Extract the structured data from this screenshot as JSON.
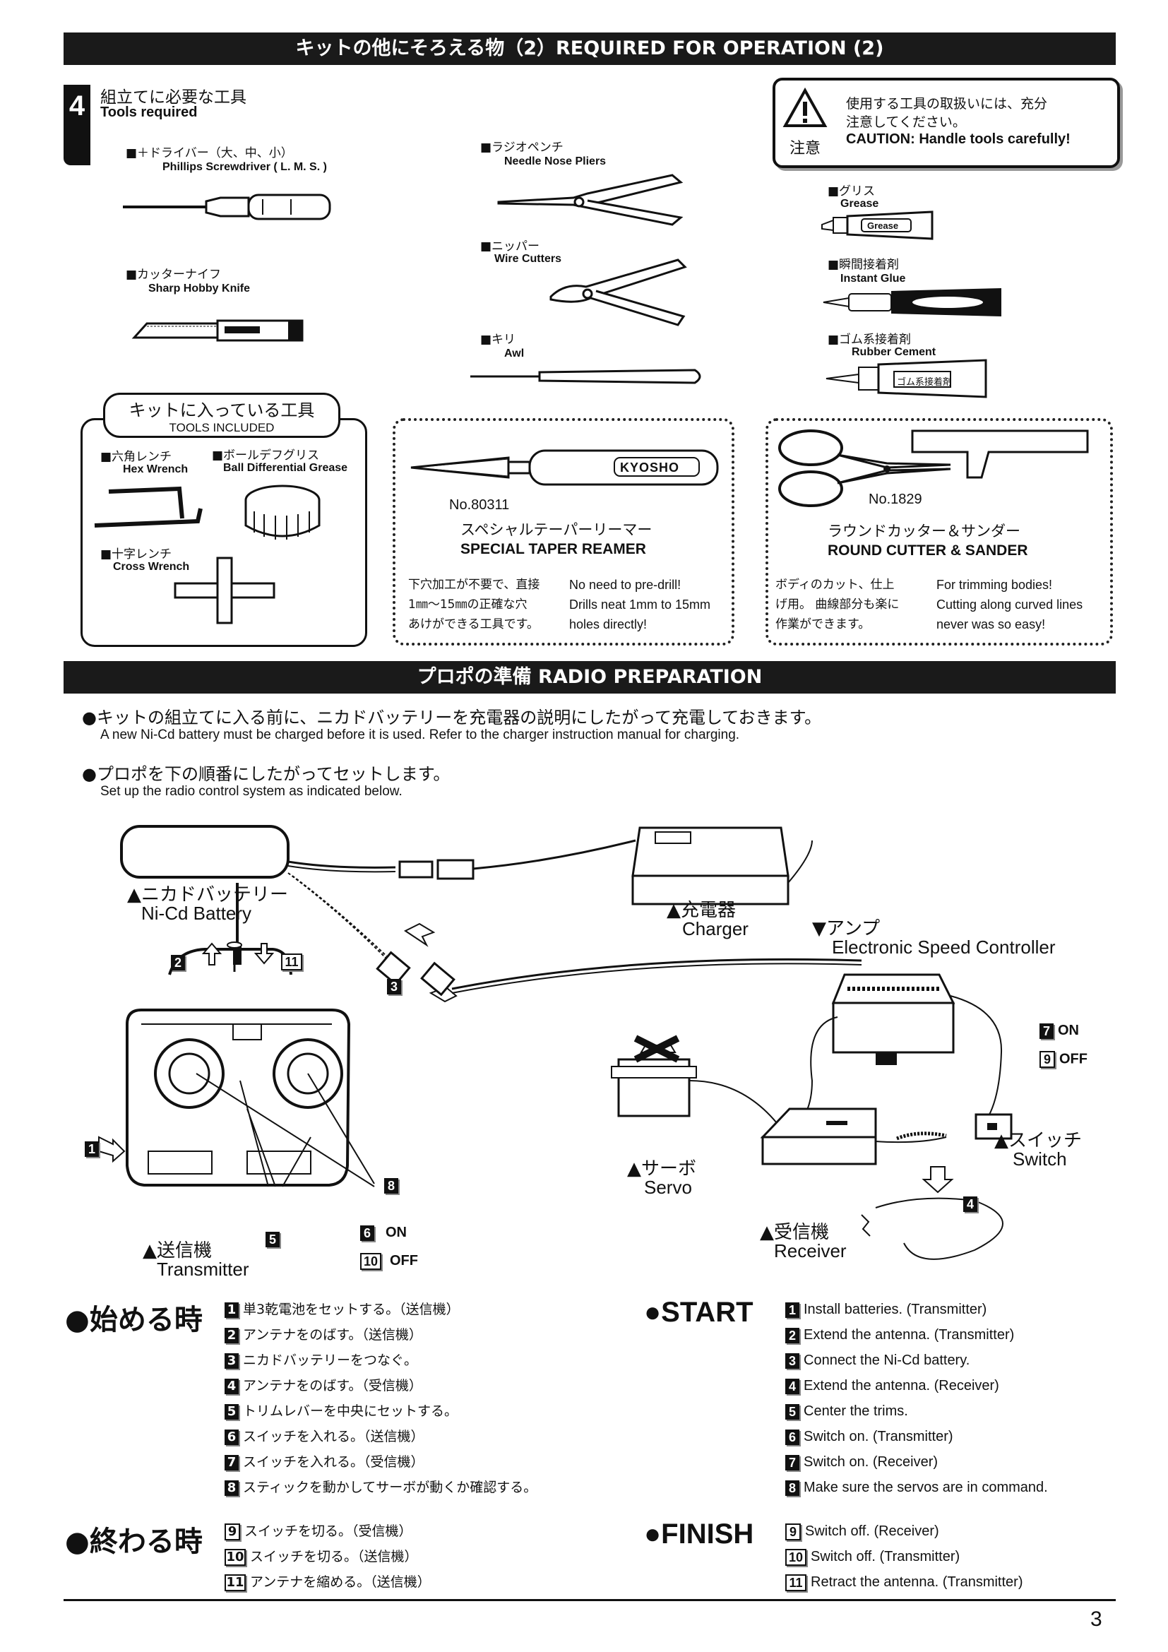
{
  "header1": "キットの他にそろえる物（2）REQUIRED FOR OPERATION (2)",
  "section4": {
    "num": "4",
    "title_jp": "組立てに必要な工具",
    "title_en": "Tools required"
  },
  "caution": {
    "jp1": "使用する工具の取扱いには、充分",
    "jp2": "注意してください。",
    "en": "CAUTION: Handle tools carefully!",
    "sign": "注意"
  },
  "tools": {
    "screwdriver": {
      "jp": "■＋ドライバー（大、中、小）",
      "en": "Phillips Screwdriver ( L. M. S. )"
    },
    "knife": {
      "jp": "■カッターナイフ",
      "en": "Sharp Hobby Knife"
    },
    "pliers": {
      "jp": "■ラジオペンチ",
      "en": "Needle Nose Pliers"
    },
    "cutters": {
      "jp": "■ニッパー",
      "en": "Wire Cutters"
    },
    "awl": {
      "jp": "■キリ",
      "en": "Awl"
    },
    "grease": {
      "jp": "■グリス",
      "en": "Grease",
      "tube": "Grease"
    },
    "glue": {
      "jp": "■瞬間接着剤",
      "en": "Instant Glue"
    },
    "cement": {
      "jp": "■ゴム系接着剤",
      "en": "Rubber Cement",
      "tube": "ゴム系接着剤"
    }
  },
  "included": {
    "title_jp": "キットに入っている工具",
    "title_en": "TOOLS INCLUDED",
    "hex": {
      "jp": "■六角レンチ",
      "en": "Hex Wrench"
    },
    "ballgrease": {
      "jp": "■ボールデフグリス",
      "en": "Ball Differential Grease"
    },
    "cross": {
      "jp": "■十字レンチ",
      "en": "Cross Wrench"
    }
  },
  "reamer": {
    "no": "No.80311",
    "jp": "スペシャルテーパーリーマー",
    "en": "SPECIAL TAPER REAMER",
    "brand": "KYOSHO",
    "desc_jp": [
      "下穴加工が不要で、直接",
      "1㎜〜15㎜の正確な穴",
      "あけができる工具です。"
    ],
    "desc_en": [
      "No need to pre-drill!",
      "Drills neat 1mm to 15mm",
      "holes directly!"
    ]
  },
  "cutter": {
    "no": "No.1829",
    "jp": "ラウンドカッター＆サンダー",
    "en": "ROUND CUTTER & SANDER",
    "desc_jp": [
      "ボディのカット、仕上",
      "げ用。 曲線部分も楽に",
      "作業ができます。"
    ],
    "desc_en": [
      "For trimming bodies!",
      "Cutting along curved lines",
      "never was so easy!"
    ]
  },
  "header2": "プロポの準備  RADIO PREPARATION",
  "intro": {
    "jp1": "●キットの組立てに入る前に、ニカドバッテリーを充電器の説明にしたがって充電しておきます。",
    "en1": "A new Ni-Cd battery must be charged before it is used. Refer to the charger instruction manual for charging.",
    "jp2": "●プロポを下の順番にしたがってセットします。",
    "en2": "Set up the radio control system as indicated below."
  },
  "diagram": {
    "battery_jp": "▲ニカドバッテリー",
    "battery_en": "Ni-Cd Battery",
    "charger_jp": "▲充電器",
    "charger_en": "Charger",
    "esc_jp": "▼アンプ",
    "esc_en": "Electronic Speed Controller",
    "switch_jp": "▲スイッチ",
    "switch_en": "Switch",
    "servo_jp": "▲サーボ",
    "servo_en": "Servo",
    "receiver_jp": "▲受信機",
    "receiver_en": "Receiver",
    "tx_jp": "▲送信機",
    "tx_en": "Transmitter",
    "on": "ON",
    "off": "OFF",
    "n1": "1",
    "n2": "2",
    "n3": "3",
    "n4": "4",
    "n5": "5",
    "n6": "6",
    "n7": "7",
    "n8": "8",
    "n9": "9",
    "n10": "10",
    "n11": "11"
  },
  "start": {
    "title_jp": "●始める時",
    "title_en": "●START",
    "jp": [
      "単3乾電池をセットする。（送信機）",
      "アンテナをのばす。（送信機）",
      "ニカドバッテリーをつなぐ。",
      "アンテナをのばす。（受信機）",
      "トリムレバーを中央にセットする。",
      "スイッチを入れる。（送信機）",
      "スイッチを入れる。（受信機）",
      "スティックを動かしてサーボが動くか確認する。"
    ],
    "en": [
      "Install batteries. (Transmitter)",
      "Extend the antenna. (Transmitter)",
      "Connect the Ni-Cd battery.",
      "Extend the antenna. (Receiver)",
      "Center the trims.",
      "Switch on.  (Transmitter)",
      "Switch on.  (Receiver)",
      "Make sure the servos are in command."
    ],
    "nums": [
      "1",
      "2",
      "3",
      "4",
      "5",
      "6",
      "7",
      "8"
    ]
  },
  "finish": {
    "title_jp": "●終わる時",
    "title_en": "●FINISH",
    "jp": [
      "スイッチを切る。（受信機）",
      "スイッチを切る。（送信機）",
      "アンテナを縮める。（送信機）"
    ],
    "en": [
      "Switch off.  (Receiver)",
      "Switch off.  (Transmitter)",
      "Retract the antenna. (Transmitter)"
    ],
    "nums": [
      "9",
      "10",
      "11"
    ]
  },
  "page_number": "3"
}
